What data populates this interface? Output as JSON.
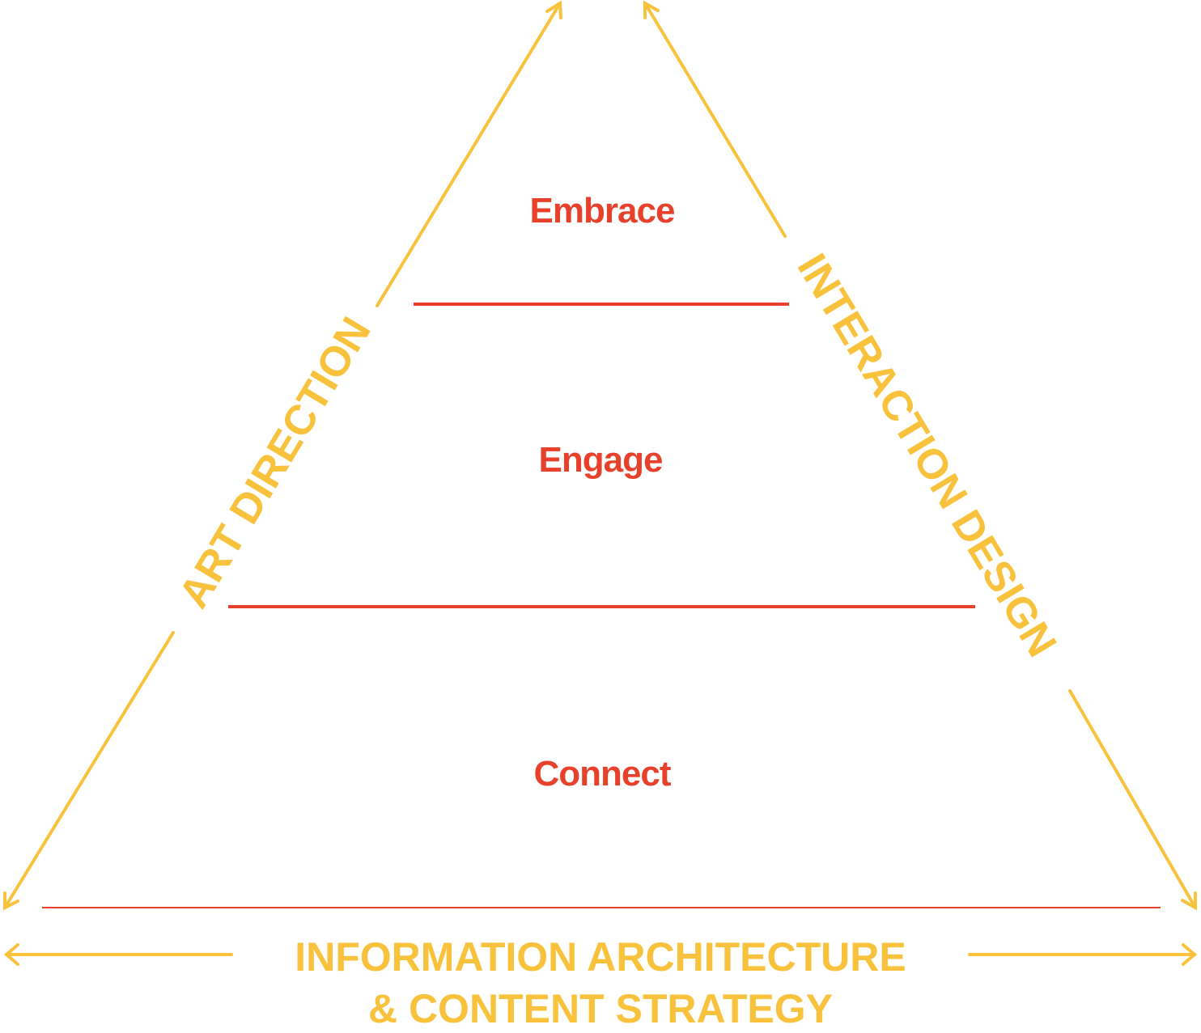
{
  "colors": {
    "accent_yellow": "#F9C23C",
    "accent_red": "#E8412B",
    "background": "#FFFFFF"
  },
  "tiers": [
    {
      "label": "Embrace"
    },
    {
      "label": "Engage"
    },
    {
      "label": "Connect"
    }
  ],
  "sides": {
    "left": "ART DIRECTION",
    "right": "INTERACTION DESIGN"
  },
  "base": {
    "line1": "INFORMATION ARCHITECTURE",
    "line2": "& CONTENT STRATEGY"
  }
}
